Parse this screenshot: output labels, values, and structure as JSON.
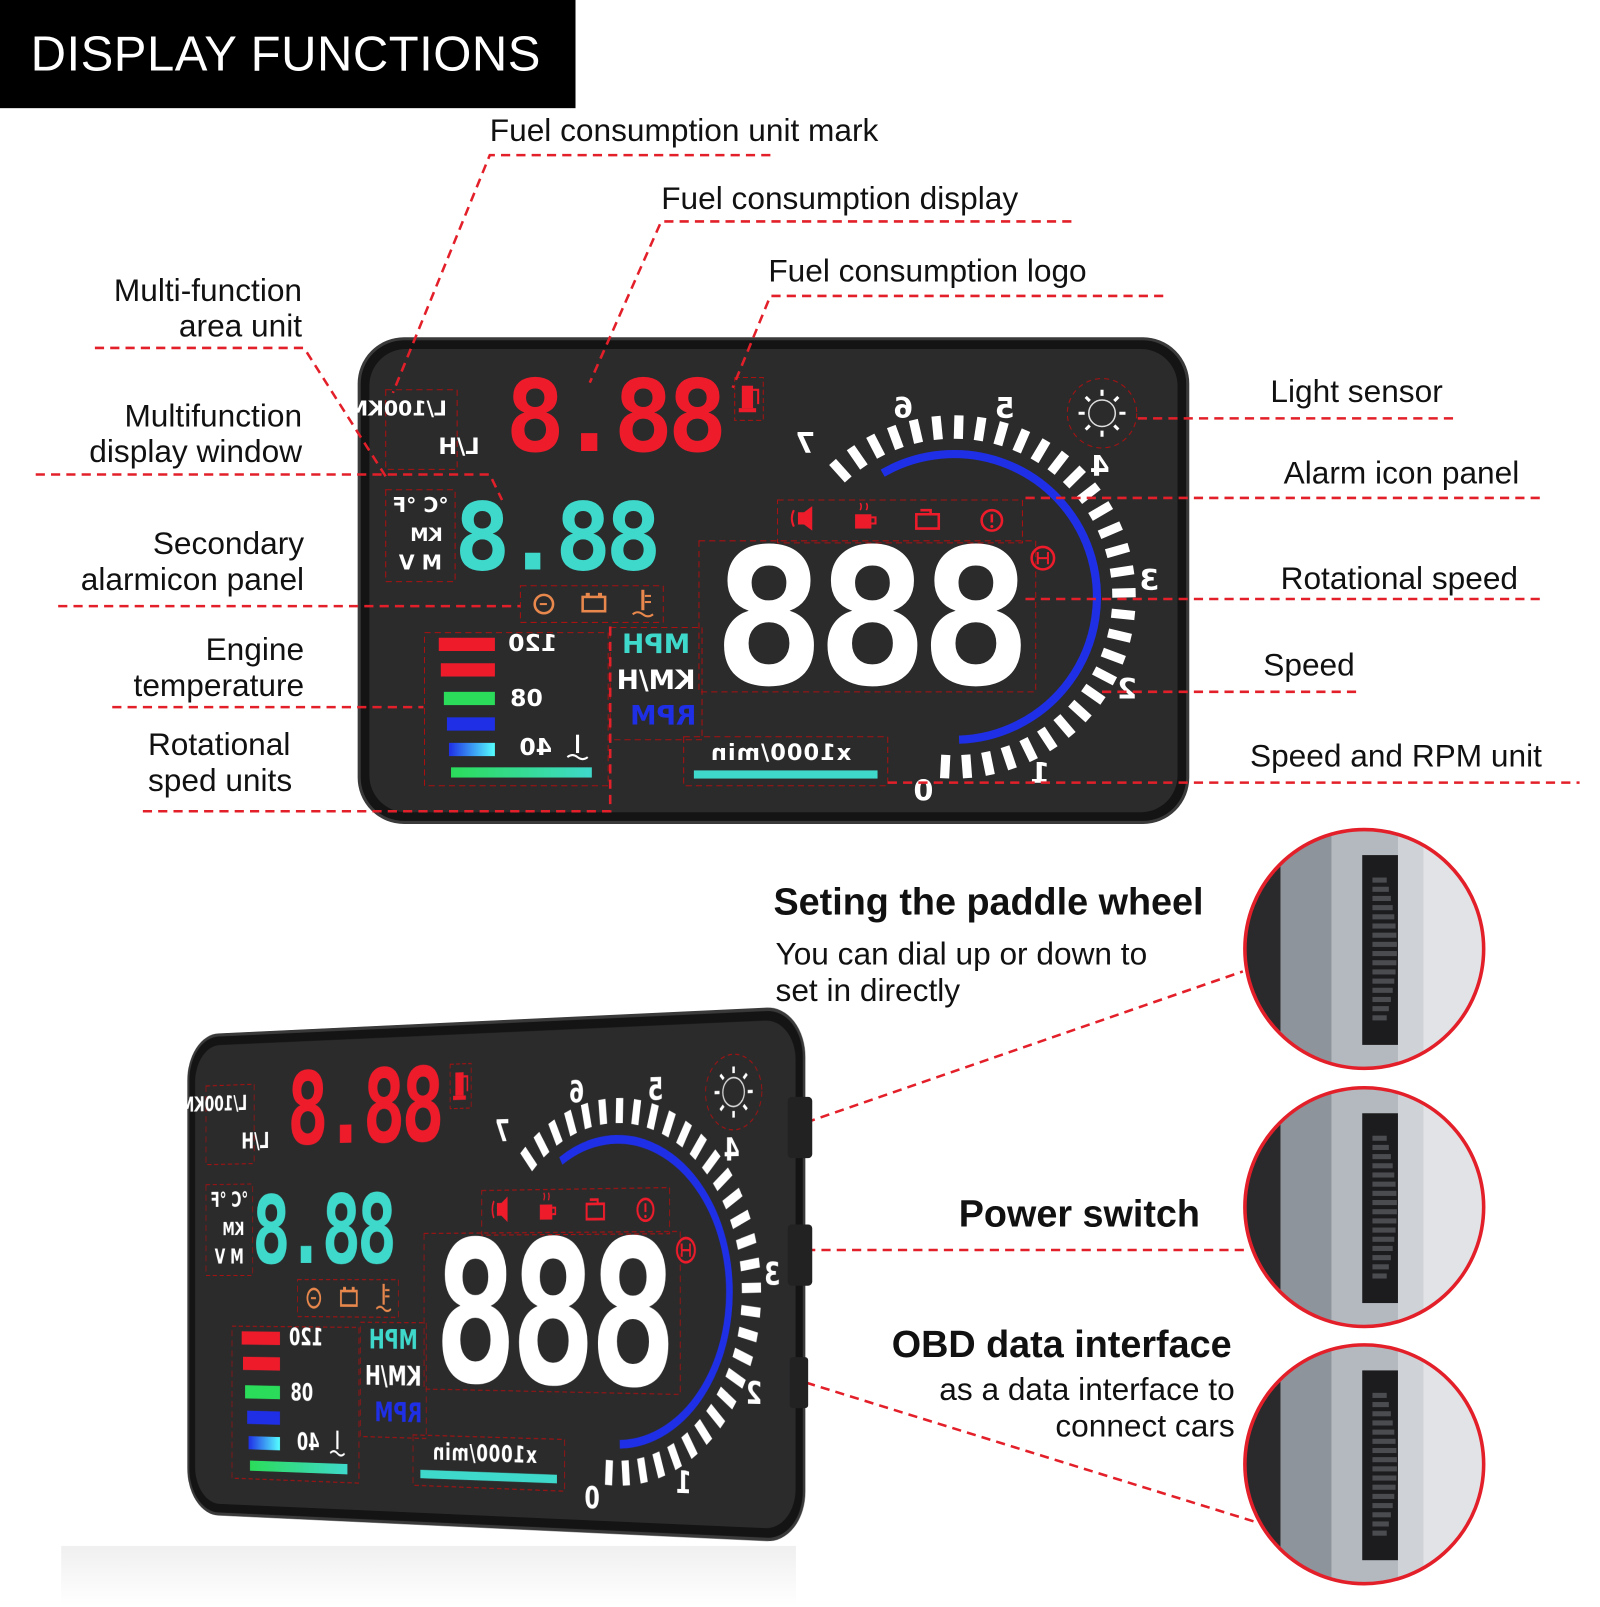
{
  "header": {
    "title": "DISPLAY FUNCTIONS"
  },
  "annotations": {
    "fuel_unit_mark": "Fuel consumption unit mark",
    "fuel_display": "Fuel consumption display",
    "fuel_logo": "Fuel consumption logo",
    "multi_area_unit": [
      "Multi-function",
      "area unit"
    ],
    "multi_display_window": [
      "Multifunction",
      "display window"
    ],
    "secondary_alarm_panel": [
      "Secondary",
      "alarmicon panel"
    ],
    "engine_temperature": [
      "Engine",
      "temperature"
    ],
    "rotational_units": [
      "Rotational",
      "sped units"
    ],
    "light_sensor": "Light sensor",
    "alarm_icon_panel": "Alarm icon panel",
    "rotational_speed": "Rotational speed",
    "speed": "Speed",
    "speed_rpm_unit": "Speed and RPM unit"
  },
  "hardware": {
    "paddle_title": "Seting the paddle wheel",
    "paddle_desc": [
      "You can dial up or down to",
      "set in directly"
    ],
    "power_title": "Power switch",
    "obd_title": "OBD data interface",
    "obd_desc": [
      "as a data interface to",
      "connect cars"
    ]
  },
  "hud": {
    "fuel_units": [
      "L/100KM",
      "L/H"
    ],
    "fuel_value": "8.88",
    "multi_units": [
      "°C °F",
      "KM",
      "M V"
    ],
    "multi_value": "8.88",
    "temp_labels": [
      "120",
      "80",
      "40"
    ],
    "speed_units": [
      "MPH",
      "KM/H",
      "RPM"
    ],
    "speed_value": "888",
    "rpm_unit": "x1000/min",
    "rpm_scale": [
      "0",
      "1",
      "2",
      "3",
      "4",
      "5",
      "6",
      "7"
    ],
    "alarm_icons": [
      "speaker-warning-icon",
      "coffee-fatigue-icon",
      "engine-check-icon",
      "exclamation-warning-icon"
    ],
    "secondary_icons": [
      "turbo-icon",
      "battery-icon",
      "coolant-temperature-icon"
    ],
    "fuel_icon": "fuel-pump-icon",
    "gear_icon": "gear-shift-icon",
    "sensor_icon": "sun-light-sensor-icon"
  },
  "colors": {
    "accent_red": "#e3202a",
    "fuel_red": "#ee1c2b",
    "cyan": "#3fd9cb",
    "rpm_blue": "#1f2fe6",
    "icon_orange": "#e9884c",
    "temp_green": "#2bdc5a",
    "panel": "#2b2b2c"
  }
}
